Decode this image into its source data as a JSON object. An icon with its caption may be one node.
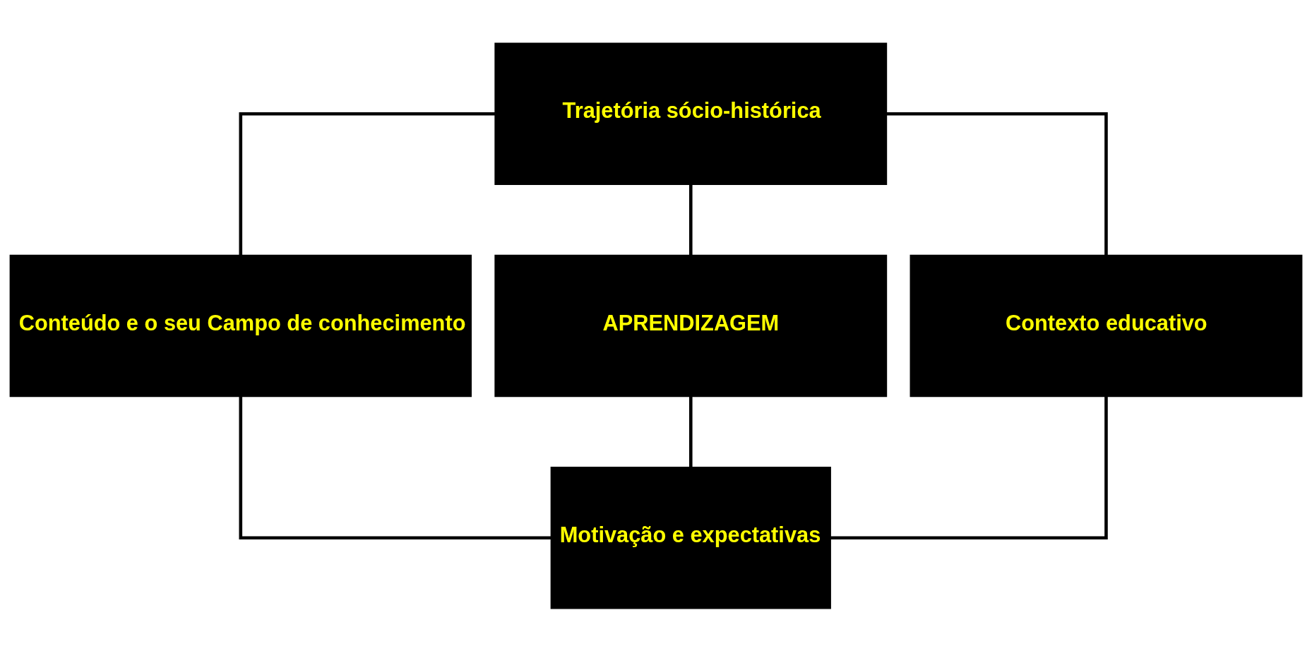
{
  "diagram": {
    "nodes": [
      {
        "text": [
          "Trajetória sócio-histórica"
        ]
      },
      {
        "text": [
          "Conteúdo e o seu Campo de conhecimento"
        ]
      },
      {
        "text": [
          "APRENDIZAGEM"
        ]
      },
      {
        "text": [
          "Contexto educativo"
        ]
      },
      {
        "text": [
          "Motivação e expectativas"
        ]
      }
    ],
    "edges": [
      {
        "from": 0,
        "to": 1,
        "arrow": "none"
      },
      {
        "from": 0,
        "to": 2,
        "arrow": "none"
      },
      {
        "from": 0,
        "to": 3,
        "arrow": "none"
      },
      {
        "from": 1,
        "to": 4,
        "arrow": "none"
      },
      {
        "from": 2,
        "to": 4,
        "arrow": "none"
      },
      {
        "from": 3,
        "to": 4,
        "arrow": "none"
      }
    ]
  }
}
